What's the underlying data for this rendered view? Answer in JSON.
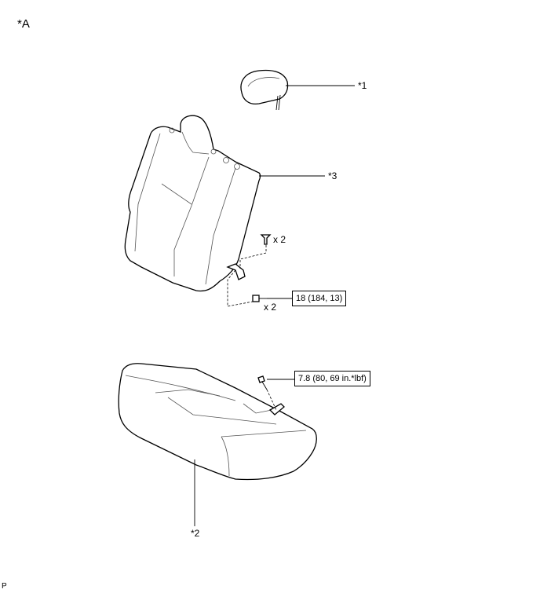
{
  "view_label": "*A",
  "callouts": {
    "headrest": "*1",
    "seat_cushion": "*2",
    "seatback": "*3"
  },
  "quantities": {
    "upper_fastener": "x 2",
    "lower_bolt": "x 2"
  },
  "torque": {
    "seatback_bolt": "18 (184, 13)",
    "cushion_bolt": "7.8 (80, 69 in.*lbf)"
  },
  "footer_marker": "P"
}
